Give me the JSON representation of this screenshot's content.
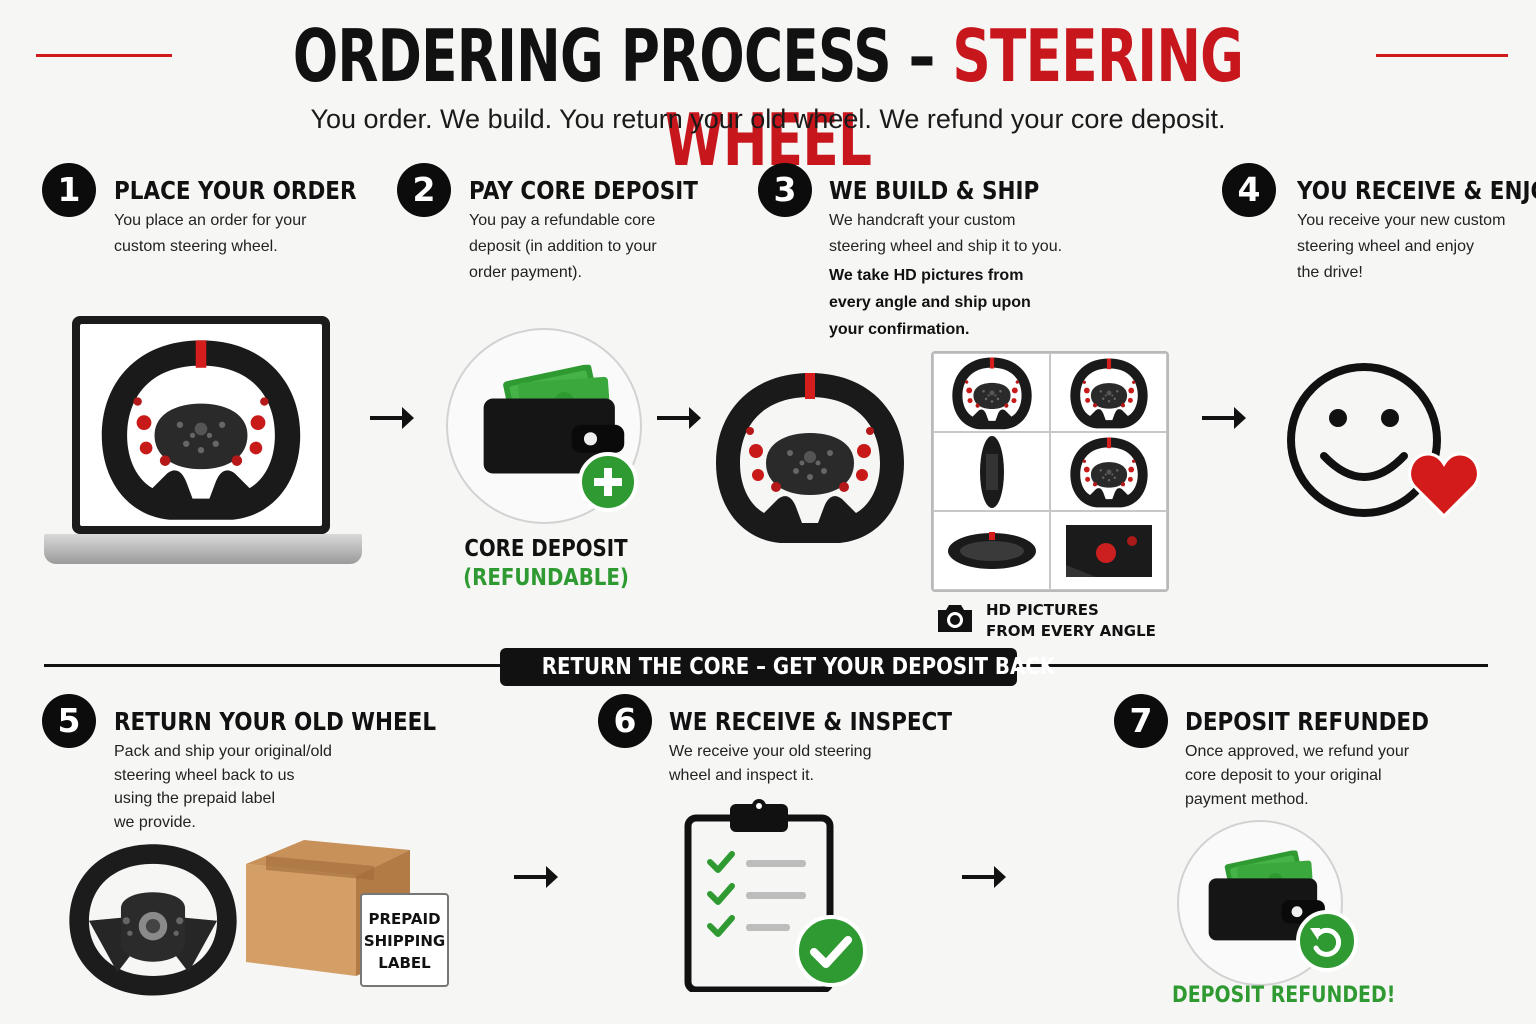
{
  "header": {
    "title_part1": "ORDERING PROCESS – ",
    "title_part2": "STEERING WHEEL",
    "subtitle": "You order. We build. You return your old wheel. We refund your core deposit."
  },
  "colors": {
    "accent_red": "#c8161d",
    "green": "#2f9a32",
    "dark": "#111111"
  },
  "steps": [
    {
      "number": "1",
      "title": "PLACE YOUR ORDER",
      "desc": [
        "You place an order for your",
        "custom steering wheel."
      ]
    },
    {
      "number": "2",
      "title": "PAY CORE DEPOSIT",
      "desc": [
        "You pay a refundable core",
        "deposit (in addition to your",
        "order payment)."
      ]
    },
    {
      "number": "3",
      "title": "WE BUILD & SHIP",
      "desc": [
        "We handcraft your custom",
        "steering wheel and ship it to you."
      ],
      "desc_bold": [
        "We take HD pictures from",
        "every angle and ship upon",
        "your confirmation."
      ]
    },
    {
      "number": "4",
      "title": "YOU RECEIVE & ENJOY",
      "desc": [
        "You receive your new custom",
        "steering wheel and enjoy",
        "the drive!"
      ]
    },
    {
      "number": "5",
      "title": "RETURN YOUR OLD WHEEL",
      "desc": [
        "Pack and ship your original/old",
        "steering wheel back to us",
        "using the prepaid label",
        "we provide."
      ]
    },
    {
      "number": "6",
      "title": "WE RECEIVE & INSPECT",
      "desc": [
        "We receive your old steering",
        "wheel and inspect it."
      ]
    },
    {
      "number": "7",
      "title": "DEPOSIT REFUNDED",
      "desc": [
        "Once approved, we refund your",
        "core deposit to your original",
        "payment method."
      ]
    }
  ],
  "core_deposit": {
    "line1": "CORE DEPOSIT",
    "line2": "(REFUNDABLE)"
  },
  "hd_pictures": {
    "line1": "HD PICTURES",
    "line2": "FROM EVERY ANGLE"
  },
  "banner": "RETURN THE CORE – GET YOUR DEPOSIT BACK",
  "prepaid_label": [
    "PREPAID",
    "SHIPPING",
    "LABEL"
  ],
  "deposit_refunded_label": "DEPOSIT REFUNDED!",
  "icons": {
    "arrow": "right-arrow-icon",
    "laptop": "laptop-icon",
    "wallet": "wallet-icon",
    "plus": "plus-icon",
    "camera": "camera-icon",
    "smiley": "smiley-face-icon",
    "heart": "heart-icon",
    "box": "cardboard-box-icon",
    "clipboard": "clipboard-checklist-icon",
    "check": "check-icon",
    "refund": "refund-arrow-icon"
  }
}
